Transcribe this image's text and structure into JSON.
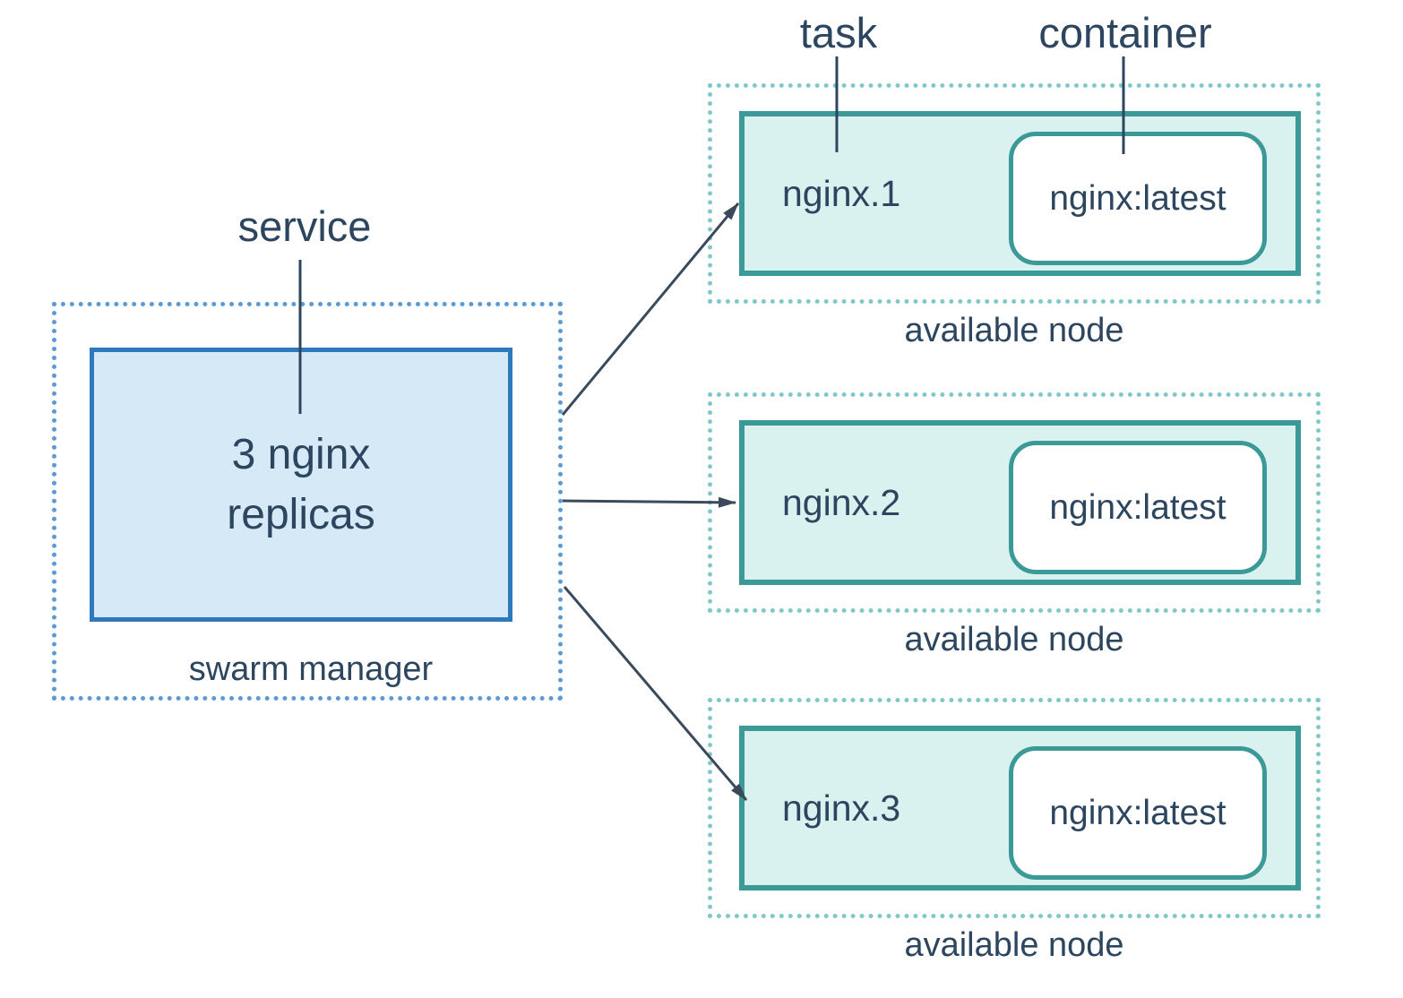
{
  "diagram": {
    "title_labels": {
      "task": "task",
      "container": "container",
      "service": "service"
    },
    "service": {
      "lines": [
        "3 nginx",
        "replicas"
      ],
      "caption": "swarm manager"
    },
    "nodes": [
      {
        "task_name": "nginx.1",
        "container_image": "nginx:latest",
        "caption": "available node"
      },
      {
        "task_name": "nginx.2",
        "container_image": "nginx:latest",
        "caption": "available node"
      },
      {
        "task_name": "nginx.3",
        "container_image": "nginx:latest",
        "caption": "available node"
      }
    ],
    "colors": {
      "text": "#2d4660",
      "arrow": "#3b4a5a",
      "service_box_border": "#2e79bd",
      "service_box_fill": "#d6e9f7",
      "service_boundary_dots": "#5b9bd5",
      "node_box_border": "#3b9997",
      "node_box_fill": "#d9f2f0",
      "node_boundary_dots": "#7fc9c8",
      "container_box_fill": "#ffffff"
    }
  }
}
